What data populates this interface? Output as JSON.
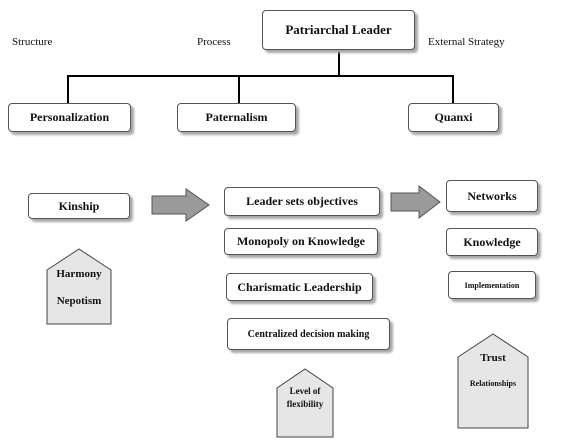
{
  "headers": {
    "structure": "Structure",
    "process": "Process",
    "external_strategy": "External Strategy"
  },
  "root": {
    "label": "Patriarchal Leader"
  },
  "level1": {
    "structure": "Personalization",
    "process": "Paternalism",
    "external": "Quanxi"
  },
  "structure_col": {
    "box": "Kinship",
    "house_lines": [
      "Harmony",
      "Nepotism"
    ]
  },
  "process_col": {
    "items": [
      "Leader sets objectives",
      "Monopoly on Knowledge",
      "Charismatic Leadership",
      "Centralized decision making"
    ],
    "house_lines": [
      "Level of",
      "flexibility"
    ]
  },
  "external_col": {
    "items": [
      "Networks",
      "Knowledge",
      "Implementation"
    ],
    "house_lines": [
      "Trust",
      "Relationships"
    ]
  },
  "colors": {
    "line": "#000000",
    "box_border": "#555555",
    "box_shadow": "#a8a8a8",
    "arrow_fill": "#9a9a9a",
    "house_fill": "#e6e6e6"
  }
}
